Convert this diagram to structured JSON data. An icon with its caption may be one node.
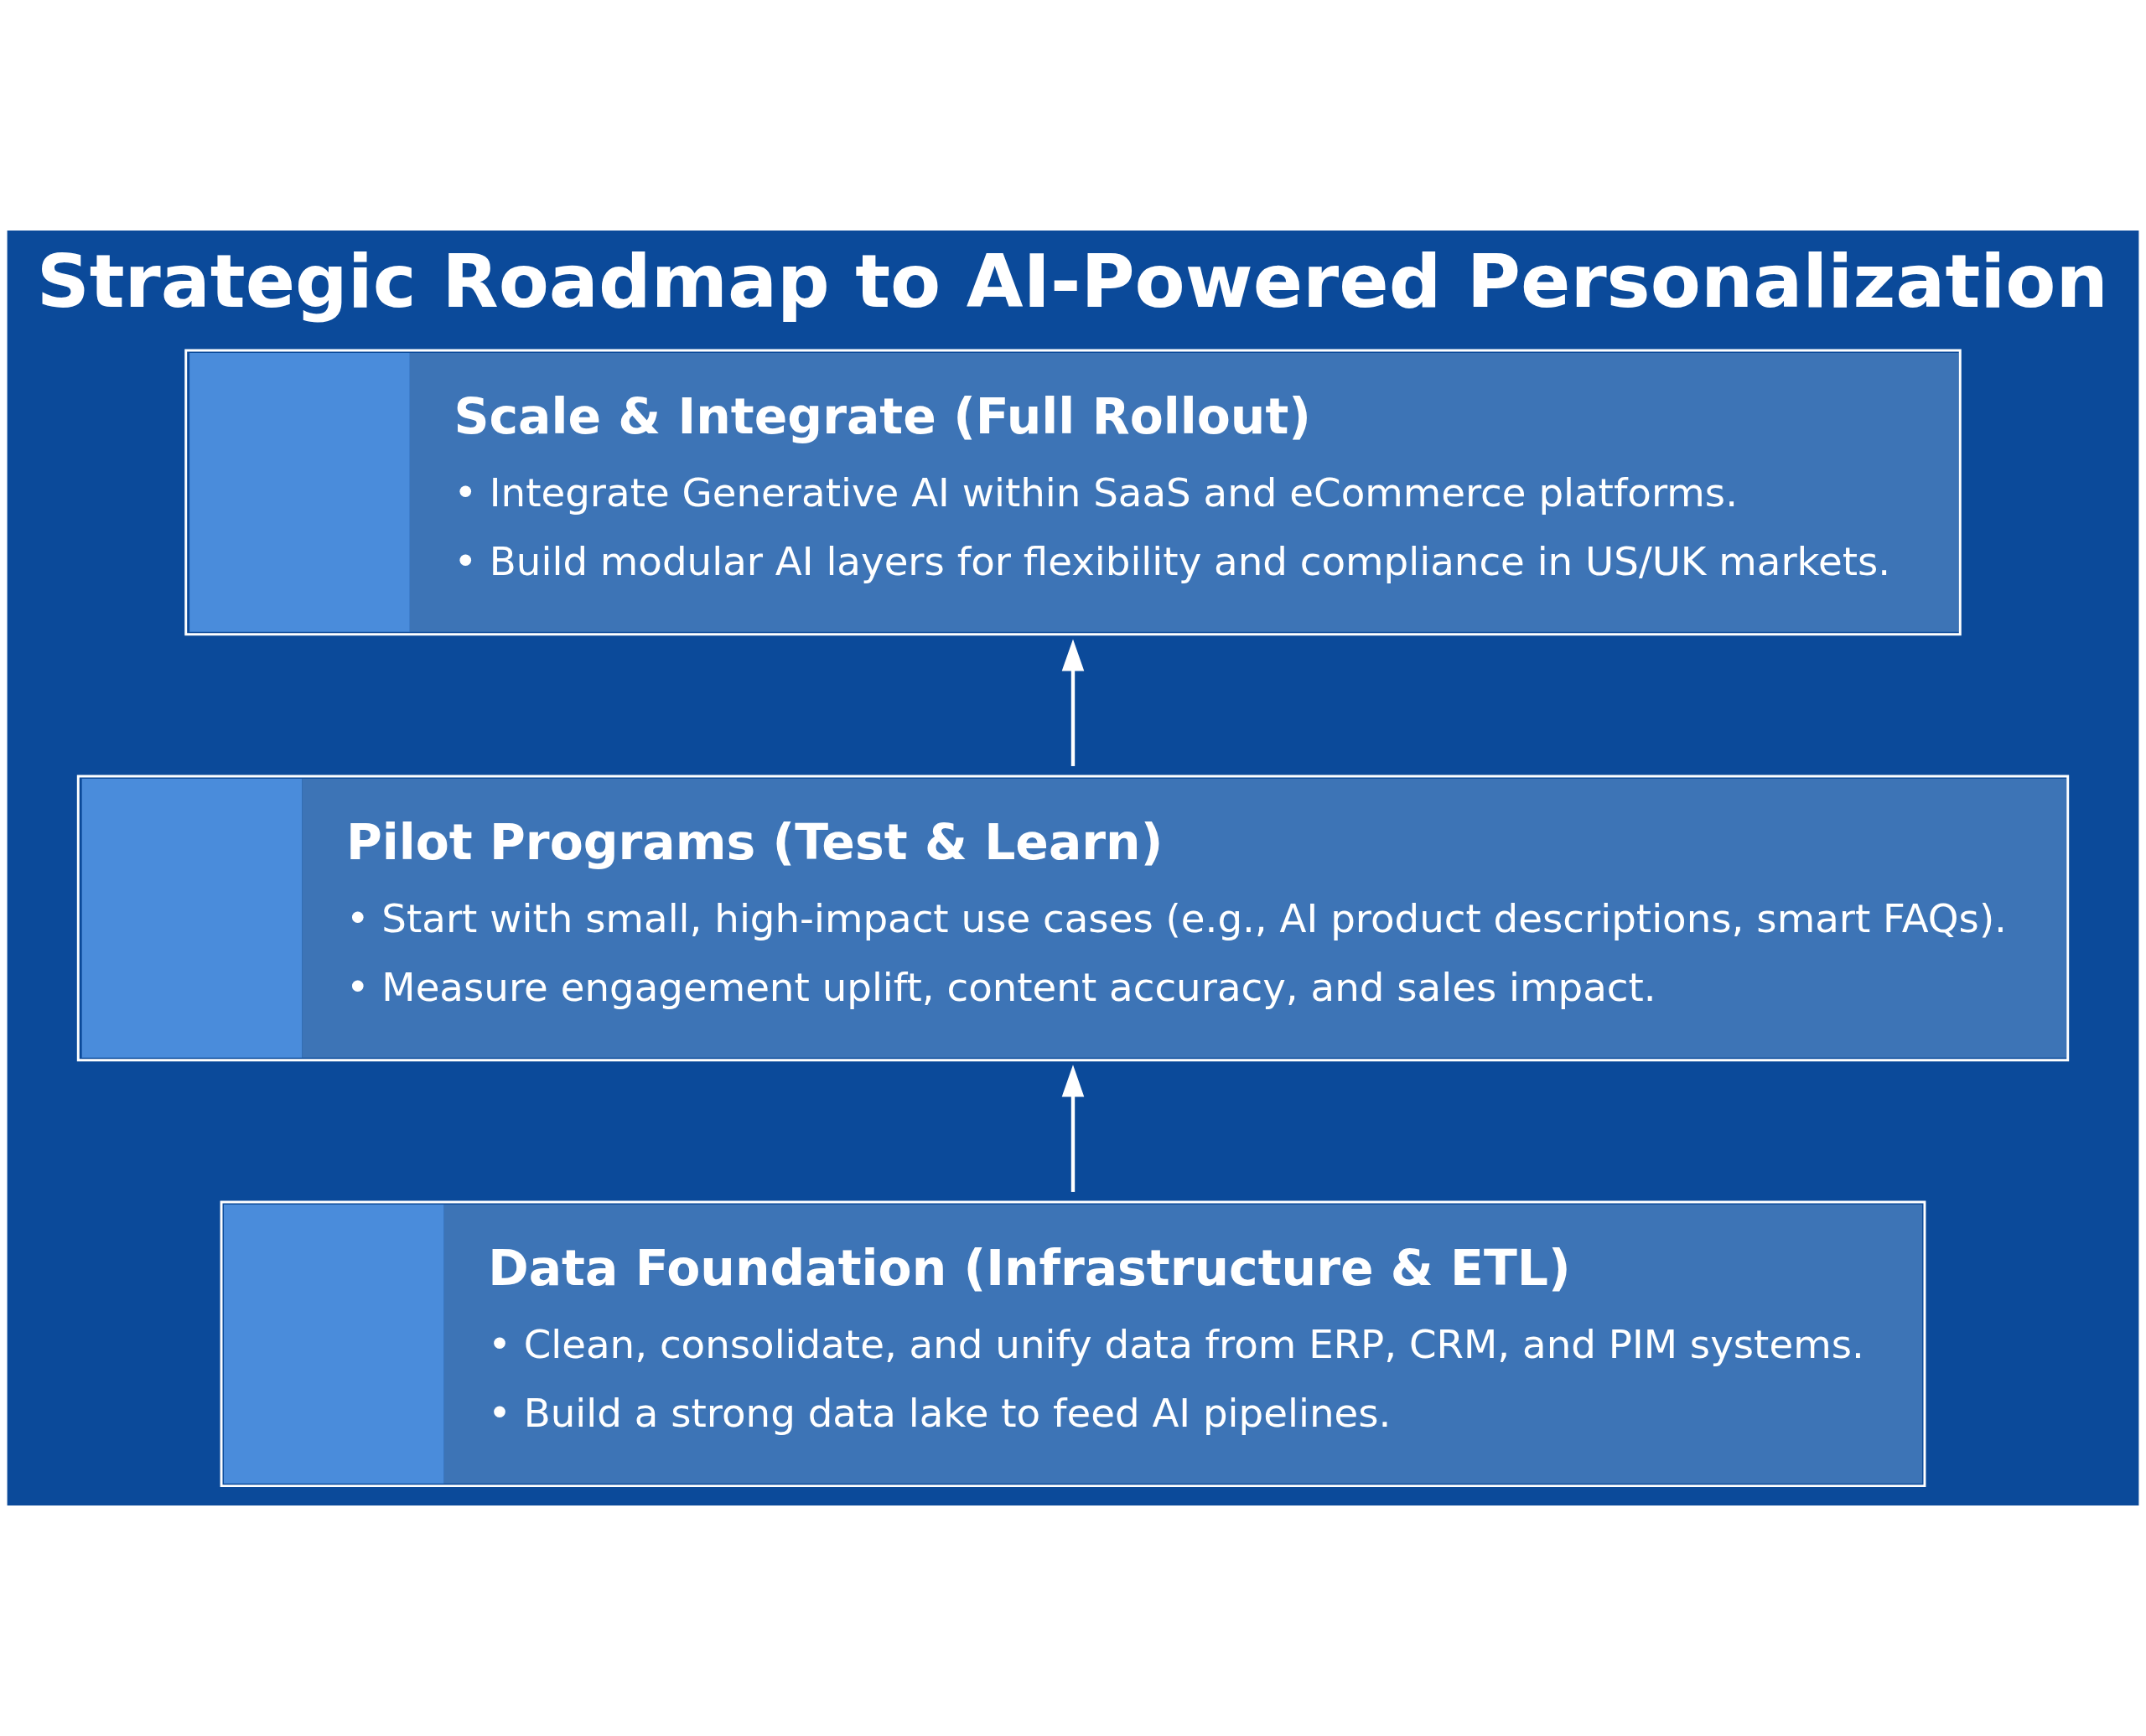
{
  "diagram": {
    "title": "Strategic Roadmap to AI-Powered Personalization",
    "nodes": [
      {
        "text": [
          "Scale & Integrate (Full Rollout)",
          "• Integrate Generative AI within SaaS and eCommerce platforms.",
          "• Build modular AI layers for flexibility and compliance in US/UK markets."
        ]
      },
      {
        "text": [
          "Pilot Programs (Test & Learn)",
          "• Start with small, high-impact use cases (e.g., AI product descriptions, smart FAQs).",
          "• Measure engagement uplift, content accuracy, and sales impact."
        ]
      },
      {
        "text": [
          "Data Foundation (Infrastructure & ETL)",
          "• Clean, consolidate, and unify data from ERP, CRM, and PIM systems.",
          "• Build a strong data lake to feed AI pipelines."
        ]
      }
    ],
    "edges": [
      {
        "from": 2,
        "to": 1,
        "arrow": "to"
      },
      {
        "from": 1,
        "to": 0,
        "arrow": "to"
      }
    ]
  }
}
